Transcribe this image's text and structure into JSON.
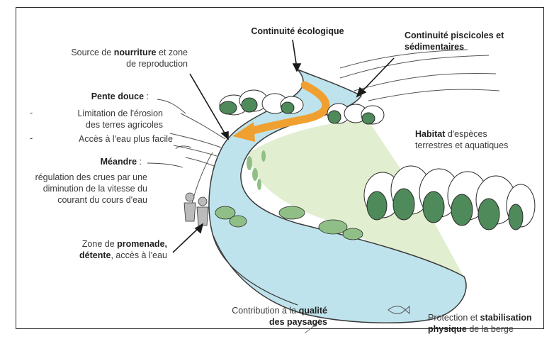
{
  "labels": {
    "continuite_ecologique": "Continuité écologique",
    "continuite_piscicoles_1": "Continuité  piscicoles  et",
    "continuite_piscicoles_2": "sédimentaires",
    "source_1a": "Source de ",
    "source_1b": "nourriture",
    "source_1c": " et zone",
    "source_2": "de reproduction",
    "pente_douce": "Pente douce",
    "pente_colon": " :",
    "limitation_1": "Limitation de l'érosion",
    "limitation_2": "des terres agricoles",
    "acces_eau": "Accès à l'eau plus facile",
    "meandre": "Méandre",
    "meandre_colon": " :",
    "regulation_1": "régulation des crues par une",
    "regulation_2": "diminution de la vitesse du",
    "regulation_3": "courant du cours d'eau",
    "habitat_bold": "Habitat",
    "habitat_1": " d'espèces",
    "habitat_2": "terrestres et aquatiques",
    "promenade_1a": "Zone de ",
    "promenade_1b": "promenade,",
    "promenade_2a": "détente",
    "promenade_2b": ", accès à l'eau",
    "qualite_1a": "Contribution à la ",
    "qualite_1b": "qualité",
    "qualite_2": "des paysages",
    "protection_1a": "Protection et ",
    "protection_1b": "stabilisation",
    "protection_2a": "physique",
    "protection_2b": " de la berge",
    "dash": "-"
  },
  "colors": {
    "water": "#bfe3ec",
    "water_edge": "#4a4a4a",
    "meadow": "#dcebc8",
    "tree_dark": "#4f8a5b",
    "tree_light": "#8fbf86",
    "arrow_orange": "#f0a030",
    "ink": "#222222"
  }
}
